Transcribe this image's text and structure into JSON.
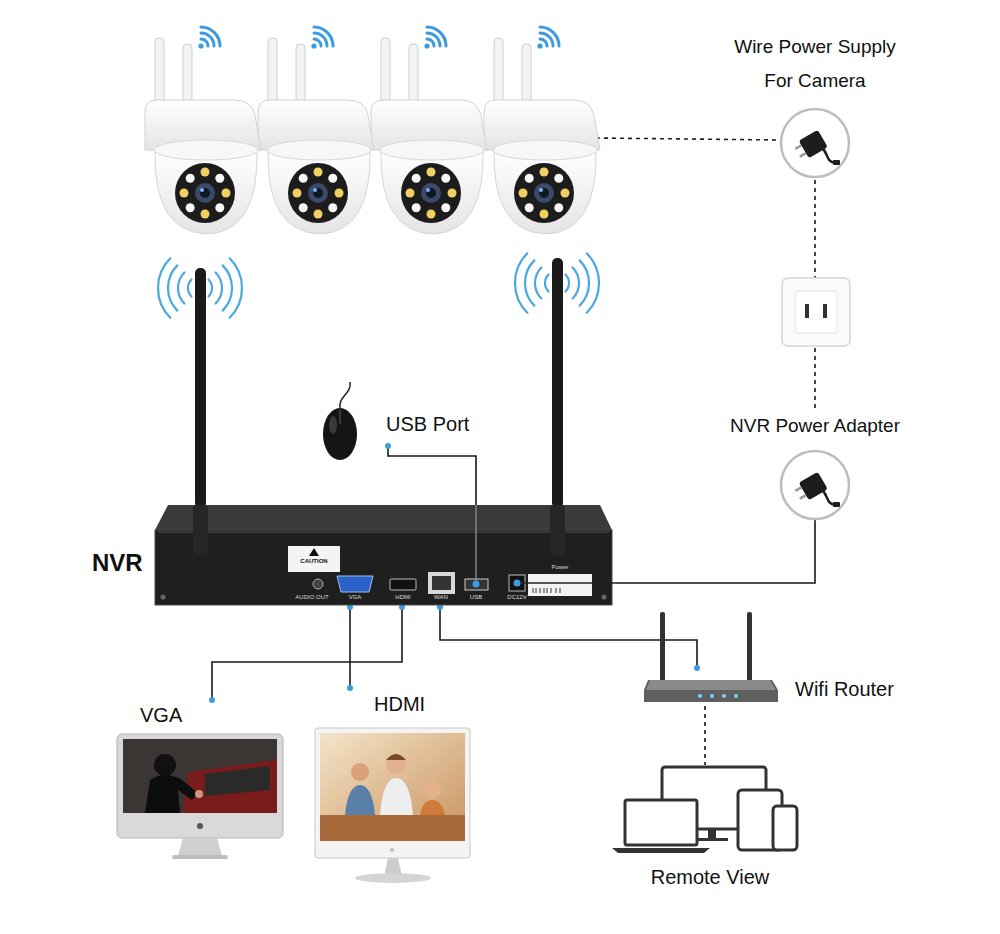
{
  "diagram": {
    "nodes": [
      {
        "text": [
          "Wire Power Supply For Camera"
        ]
      },
      {
        "text": [
          "USB Port"
        ]
      },
      {
        "text": [
          "NVR Power Adapter"
        ]
      },
      {
        "text": [
          "NVR"
        ]
      },
      {
        "text": [
          "Wifi Router"
        ]
      },
      {
        "text": [
          "VGA"
        ]
      },
      {
        "text": [
          "HDMI"
        ]
      },
      {
        "text": [
          "Remote View"
        ]
      }
    ],
    "edges": [
      {
        "from": 3,
        "to": 1,
        "arrow": "none"
      },
      {
        "from": 3,
        "to": 2,
        "arrow": "none"
      },
      {
        "from": 0,
        "to": 2,
        "arrow": "none"
      },
      {
        "from": 3,
        "to": 5,
        "arrow": "none"
      },
      {
        "from": 3,
        "to": 6,
        "arrow": "none"
      },
      {
        "from": 3,
        "to": 4,
        "arrow": "none"
      },
      {
        "from": 4,
        "to": 7,
        "arrow": "none"
      }
    ],
    "labels": [
      "CAUTION",
      "Power",
      "AUDIO OUT",
      "VGA",
      "HDMI",
      "WAN",
      "USB",
      "DC12V"
    ]
  }
}
